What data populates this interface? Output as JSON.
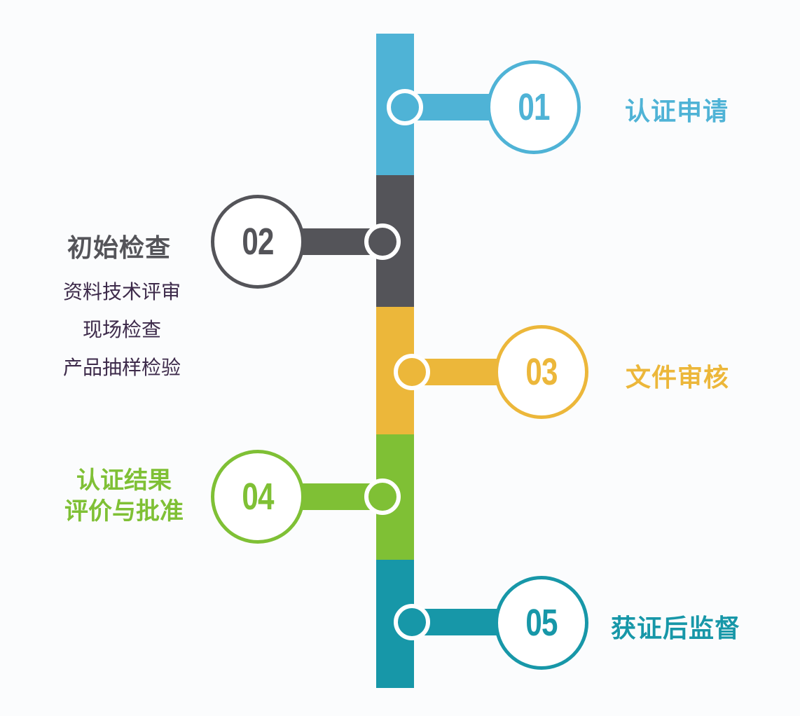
{
  "diagram": {
    "type": "vertical-process-timeline",
    "colors": {
      "step1": "#4fb3d6",
      "step2": "#545459",
      "step3": "#ecb73a",
      "step4": "#7fc035",
      "step5": "#1797a8",
      "background": "#fbfcfd",
      "sub_text": "#3d2a4a"
    },
    "steps": [
      {
        "number": "01",
        "title": "认证申请",
        "side": "right"
      },
      {
        "number": "02",
        "title": "初始检查",
        "side": "left",
        "details": [
          "资料技术评审",
          "现场检查",
          "产品抽样检验"
        ]
      },
      {
        "number": "03",
        "title": "文件审核",
        "side": "right"
      },
      {
        "number": "04",
        "title_lines": [
          "认证结果",
          "评价与批准"
        ],
        "side": "left"
      },
      {
        "number": "05",
        "title": "获证后监督",
        "side": "right"
      }
    ]
  }
}
